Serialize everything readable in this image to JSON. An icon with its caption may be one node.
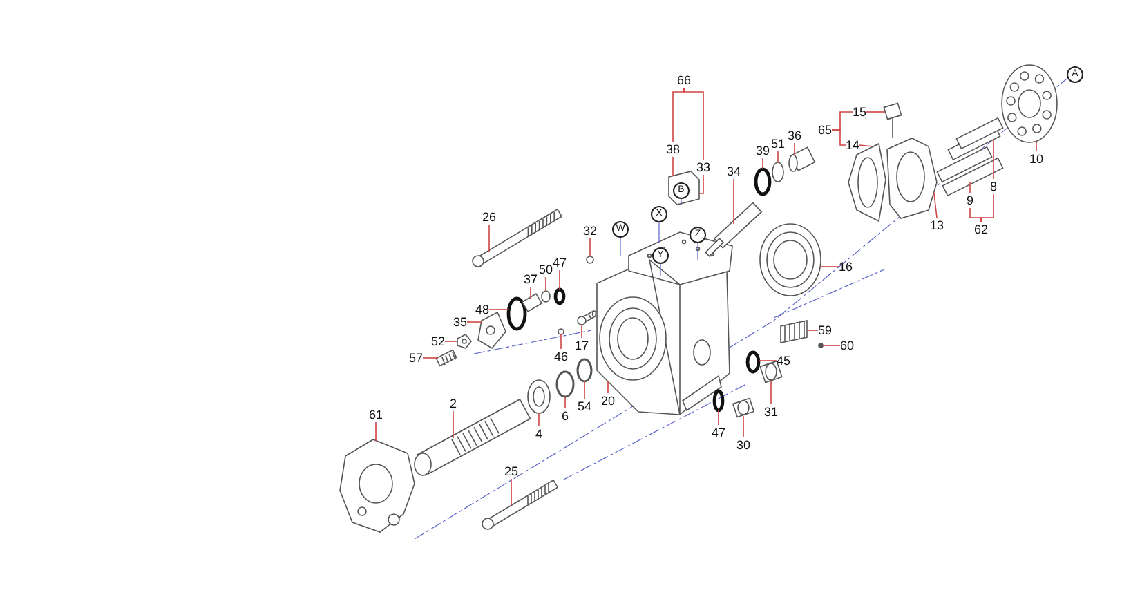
{
  "diagram": {
    "nodes": [
      {
        "text": [
          "66"
        ]
      },
      {
        "text": [
          "38"
        ]
      },
      {
        "text": [
          "33"
        ]
      },
      {
        "text": [
          "34"
        ]
      },
      {
        "text": [
          "39"
        ]
      },
      {
        "text": [
          "51"
        ]
      },
      {
        "text": [
          "36"
        ]
      },
      {
        "text": [
          "26"
        ]
      },
      {
        "text": [
          "32"
        ]
      },
      {
        "text": [
          "47"
        ]
      },
      {
        "text": [
          "50"
        ]
      },
      {
        "text": [
          "37"
        ]
      },
      {
        "text": [
          "48"
        ]
      },
      {
        "text": [
          "35"
        ]
      },
      {
        "text": [
          "52"
        ]
      },
      {
        "text": [
          "57"
        ]
      },
      {
        "text": [
          "17"
        ]
      },
      {
        "text": [
          "46"
        ]
      },
      {
        "text": [
          "20"
        ]
      },
      {
        "text": [
          "54"
        ]
      },
      {
        "text": [
          "6"
        ]
      },
      {
        "text": [
          "4"
        ]
      },
      {
        "text": [
          "2"
        ]
      },
      {
        "text": [
          "61"
        ]
      },
      {
        "text": [
          "25"
        ]
      },
      {
        "text": [
          "16"
        ]
      },
      {
        "text": [
          "59"
        ]
      },
      {
        "text": [
          "60"
        ]
      },
      {
        "text": [
          "45"
        ]
      },
      {
        "text": [
          "31"
        ]
      },
      {
        "text": [
          "47"
        ]
      },
      {
        "text": [
          "30"
        ]
      },
      {
        "text": [
          "65"
        ]
      },
      {
        "text": [
          "15"
        ]
      },
      {
        "text": [
          "14"
        ]
      },
      {
        "text": [
          "13"
        ]
      },
      {
        "text": [
          "10"
        ]
      },
      {
        "text": [
          "62"
        ]
      },
      {
        "text": [
          "9"
        ]
      },
      {
        "text": [
          "8"
        ]
      },
      {
        "text": [],
        "shape": "picture"
      },
      {
        "text": [],
        "shape": "picture"
      },
      {
        "text": [],
        "shape": "picture"
      },
      {
        "text": [],
        "shape": "picture"
      },
      {
        "text": [],
        "shape": "picture"
      },
      {
        "text": [],
        "shape": "circle"
      },
      {
        "text": [],
        "shape": "picture"
      },
      {
        "text": [],
        "shape": "picture"
      },
      {
        "text": [],
        "shape": "picture"
      },
      {
        "text": [],
        "shape": "picture"
      },
      {
        "text": [],
        "shape": "circle"
      },
      {
        "text": [],
        "shape": "circle"
      },
      {
        "text": [],
        "shape": "circle"
      },
      {
        "text": [],
        "shape": "circle"
      },
      {
        "text": [],
        "shape": "circle"
      },
      {
        "text": [],
        "shape": "picture"
      },
      {
        "text": [],
        "shape": "circle"
      },
      {
        "text": [],
        "shape": "picture"
      },
      {
        "text": [],
        "shape": "picture"
      },
      {
        "text": [],
        "shape": "circle"
      },
      {
        "text": [],
        "shape": "picture"
      },
      {
        "text": [],
        "shape": "picture"
      },
      {
        "text": [],
        "shape": "circle"
      },
      {
        "text": [],
        "shape": "circle"
      },
      {
        "text": [],
        "shape": "picture"
      },
      {
        "text": [],
        "shape": "picture"
      },
      {
        "text": [],
        "shape": "circle"
      },
      {
        "text": [],
        "shape": "picture"
      },
      {
        "text": [],
        "shape": "picture"
      },
      {
        "text": [],
        "shape": "circle"
      },
      {
        "text": [],
        "shape": "picture"
      },
      {
        "text": [],
        "shape": "picture"
      },
      {
        "text": [],
        "shape": "picture"
      },
      {
        "text": [],
        "shape": "picture"
      },
      {
        "text": [],
        "shape": "picture"
      },
      {
        "text": [],
        "shape": "picture"
      }
    ],
    "edges": [
      {
        "from": 0,
        "to": 1,
        "arrow": "none"
      },
      {
        "from": 0,
        "to": 2,
        "arrow": "none"
      },
      {
        "from": 1,
        "to": 58,
        "arrow": "none"
      },
      {
        "from": 2,
        "to": 58,
        "arrow": "none"
      },
      {
        "from": 3,
        "to": 60,
        "arrow": "none"
      },
      {
        "from": 4,
        "to": 63,
        "arrow": "none"
      },
      {
        "from": 5,
        "to": 66,
        "arrow": "none"
      },
      {
        "from": 6,
        "to": 68,
        "arrow": "none"
      },
      {
        "from": 7,
        "to": 46,
        "arrow": "none"
      },
      {
        "from": 8,
        "to": 56,
        "arrow": "none"
      },
      {
        "from": 9,
        "to": 51,
        "arrow": "none"
      },
      {
        "from": 10,
        "to": 50,
        "arrow": "none"
      },
      {
        "from": 11,
        "to": 48,
        "arrow": "none"
      },
      {
        "from": 12,
        "to": 45,
        "arrow": "none"
      },
      {
        "from": 13,
        "to": 44,
        "arrow": "none"
      },
      {
        "from": 14,
        "to": 42,
        "arrow": "none"
      },
      {
        "from": 15,
        "to": 41,
        "arrow": "none"
      },
      {
        "from": 16,
        "to": 55,
        "arrow": "none"
      },
      {
        "from": 17,
        "to": 52,
        "arrow": "none"
      },
      {
        "from": 18,
        "to": 57,
        "arrow": "none"
      },
      {
        "from": 19,
        "to": 54,
        "arrow": "none"
      },
      {
        "from": 20,
        "to": 53,
        "arrow": "none"
      },
      {
        "from": 21,
        "to": 49,
        "arrow": "none"
      },
      {
        "from": 22,
        "to": 43,
        "arrow": "none"
      },
      {
        "from": 23,
        "to": 40,
        "arrow": "none"
      },
      {
        "from": 24,
        "to": 47,
        "arrow": "none"
      },
      {
        "from": 25,
        "to": 65,
        "arrow": "none"
      },
      {
        "from": 26,
        "to": 67,
        "arrow": "none"
      },
      {
        "from": 27,
        "to": 69,
        "arrow": "none"
      },
      {
        "from": 28,
        "to": 62,
        "arrow": "none"
      },
      {
        "from": 29,
        "to": 64,
        "arrow": "none"
      },
      {
        "from": 30,
        "to": 59,
        "arrow": "none"
      },
      {
        "from": 31,
        "to": 61,
        "arrow": "none"
      },
      {
        "from": 32,
        "to": 33,
        "arrow": "none"
      },
      {
        "from": 32,
        "to": 34,
        "arrow": "none"
      },
      {
        "from": 33,
        "to": 71,
        "arrow": "none"
      },
      {
        "from": 34,
        "to": 70,
        "arrow": "none"
      },
      {
        "from": 35,
        "to": 72,
        "arrow": "none"
      },
      {
        "from": 36,
        "to": 75,
        "arrow": "none"
      },
      {
        "from": 37,
        "to": 38,
        "arrow": "none"
      },
      {
        "from": 37,
        "to": 39,
        "arrow": "none"
      },
      {
        "from": 38,
        "to": 73,
        "arrow": "none"
      },
      {
        "from": 39,
        "to": 74,
        "arrow": "none"
      }
    ],
    "labels": [
      "A",
      "B",
      "X",
      "W",
      "Z",
      "Y"
    ]
  }
}
